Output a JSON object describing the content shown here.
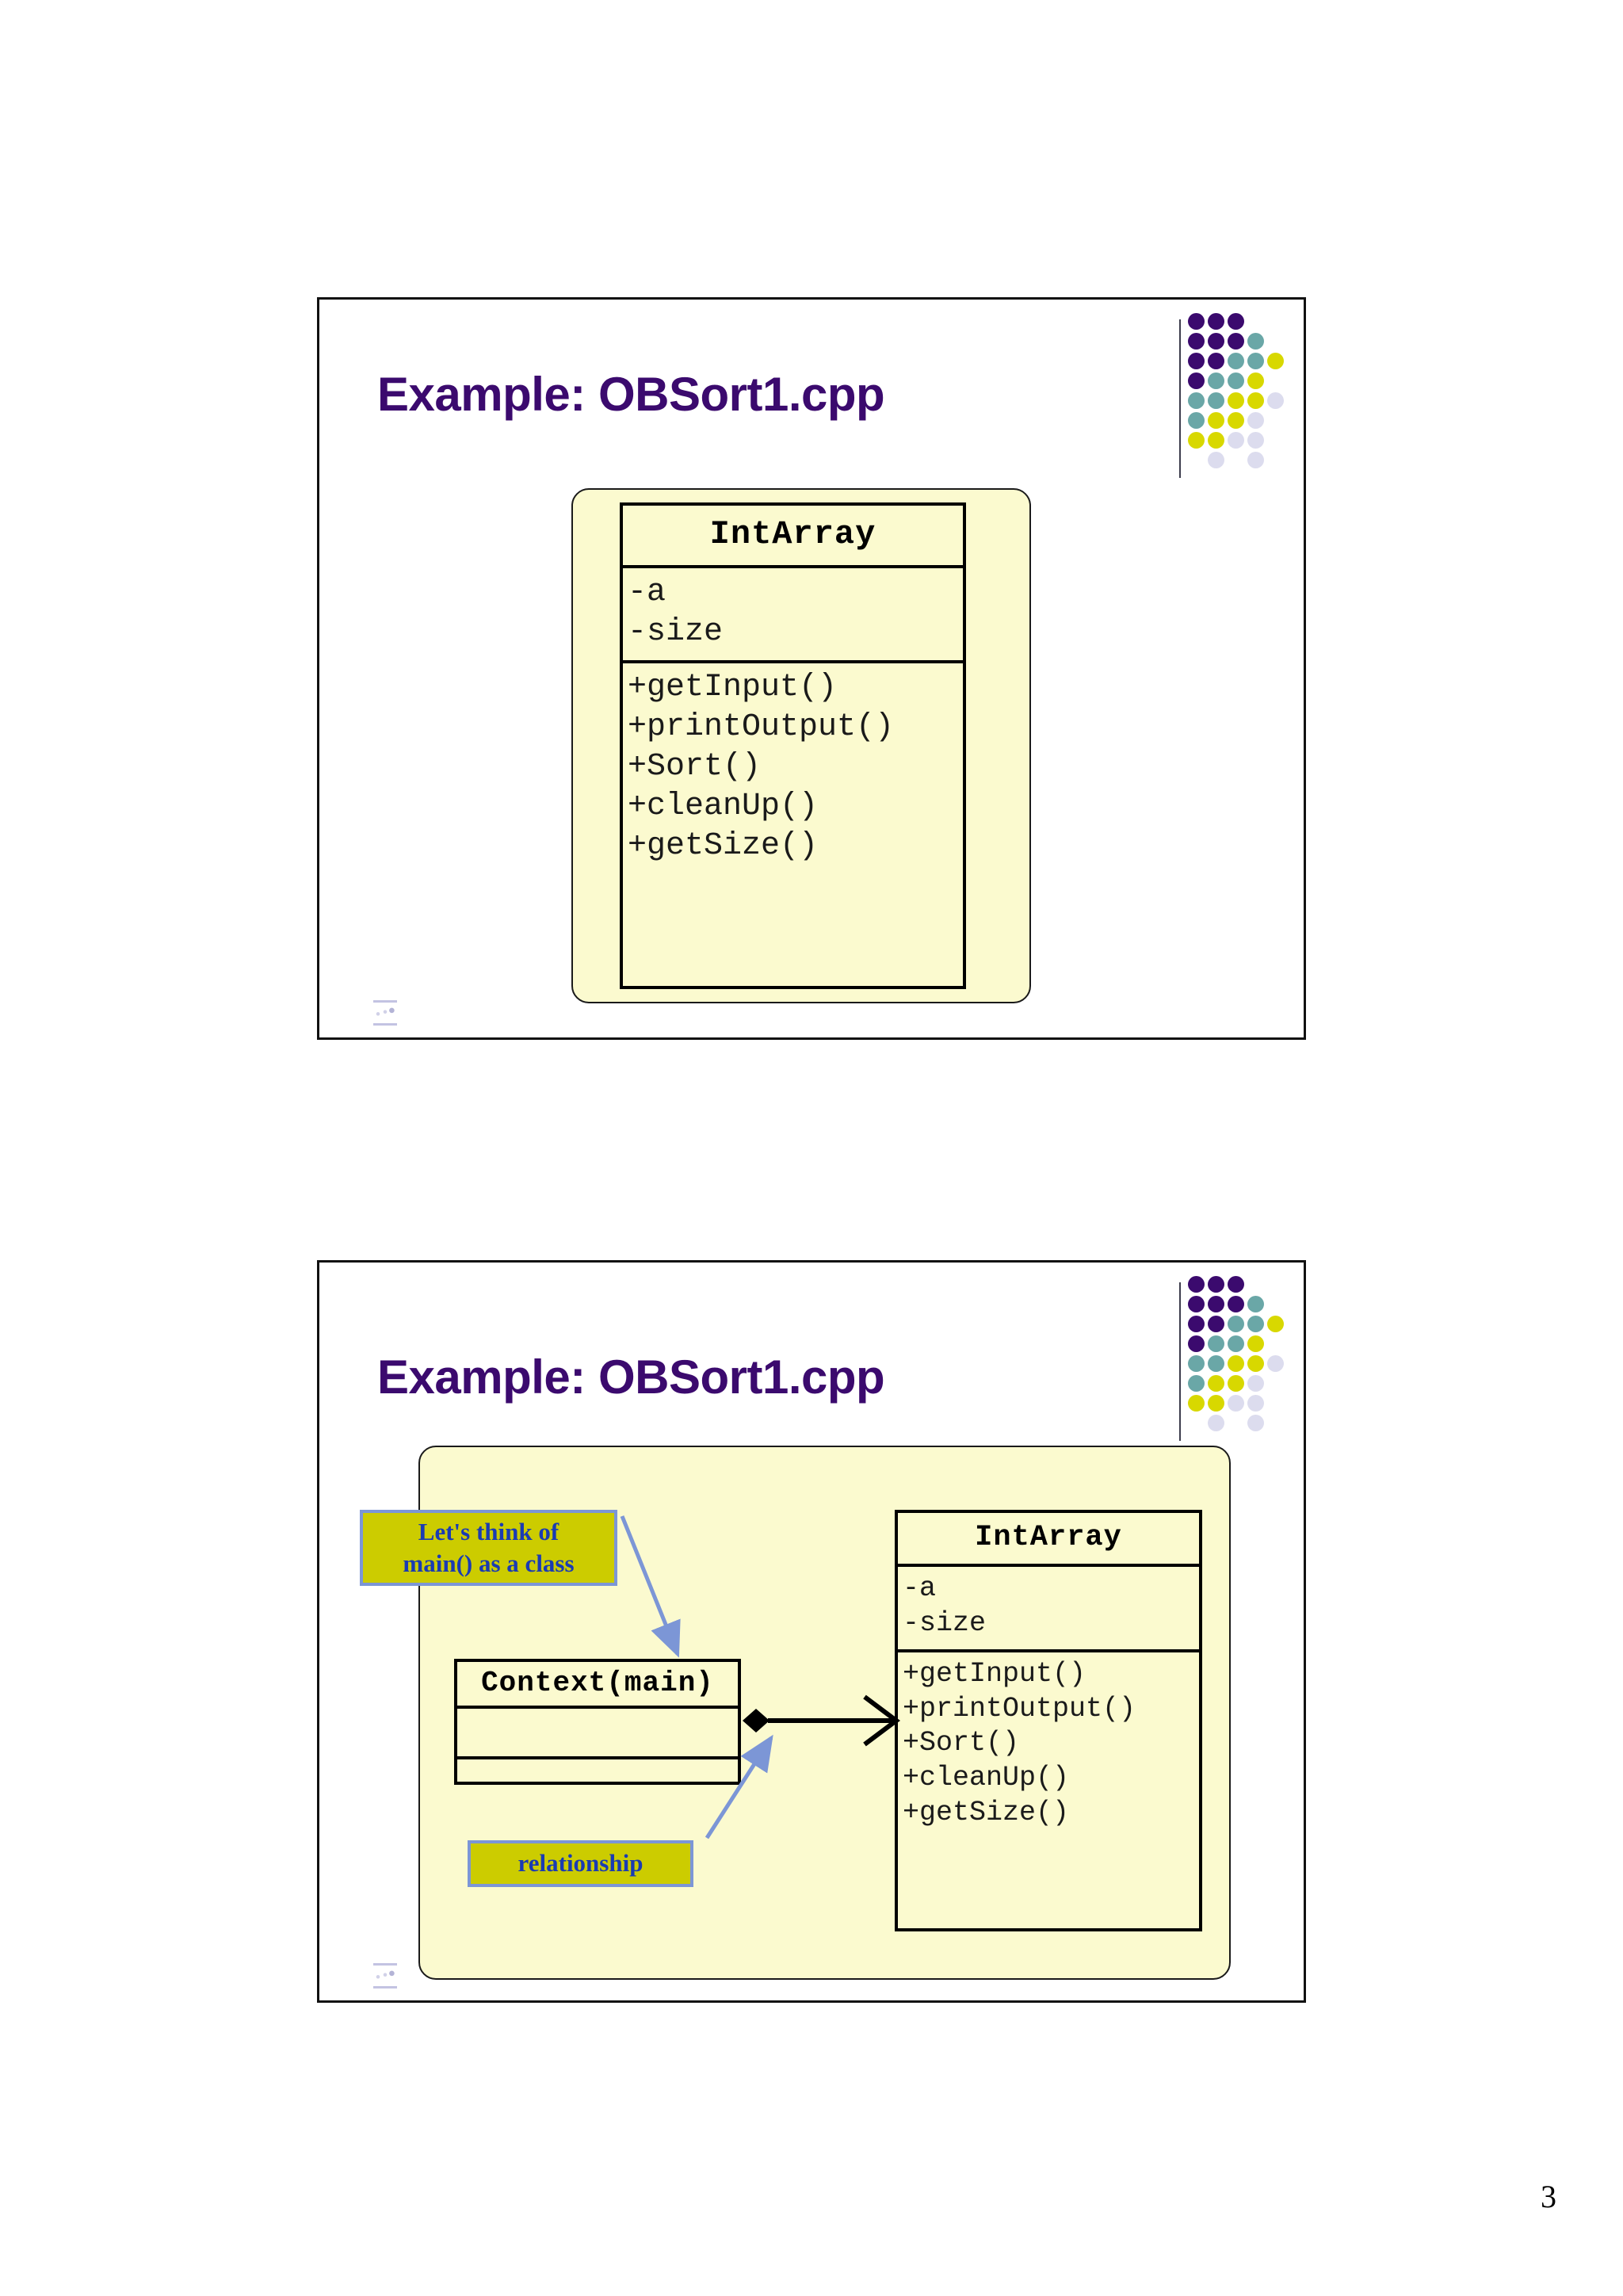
{
  "document": {
    "page_number": "3"
  },
  "colors": {
    "title_purple": "#3B0A6E",
    "dot_purple": "#3B0A6E",
    "dot_teal": "#6AA7A7",
    "dot_yellow": "#D8D800",
    "dot_lavender": "#DCDCEE",
    "pane_yellow": "#FBFACF",
    "callout_yellow": "#CCCC00",
    "callout_border_blue": "#7C96D6",
    "callout_text_blue": "#1A3BB3",
    "connector_blue": "#7C96D6",
    "line_black": "#000000"
  },
  "slides": [
    {
      "id": "slide-1",
      "title": "Example: OBSort1.cpp",
      "classes": [
        {
          "id": "intarray-1",
          "name": "IntArray",
          "attributes": [
            "-a",
            "-size"
          ],
          "operations": [
            "+getInput()",
            "+printOutput()",
            "+Sort()",
            "+cleanUp()",
            "+getSize()"
          ]
        }
      ],
      "callouts": [],
      "connectors": []
    },
    {
      "id": "slide-2",
      "title": "Example: OBSort1.cpp",
      "classes": [
        {
          "id": "context-main",
          "name": "Context(main)",
          "attributes": [],
          "operations": []
        },
        {
          "id": "intarray-2",
          "name": "IntArray",
          "attributes": [
            "-a",
            "-size"
          ],
          "operations": [
            "+getInput()",
            "+printOutput()",
            "+Sort()",
            "+cleanUp()",
            "+getSize()"
          ]
        }
      ],
      "callouts": [
        {
          "id": "callout-think",
          "lines": [
            "Let's think of",
            "main() as a class"
          ],
          "points_to": "context-main"
        },
        {
          "id": "callout-relationship",
          "lines": [
            "relationship"
          ],
          "points_to": "composition-link"
        }
      ],
      "connectors": [
        {
          "id": "composition-link",
          "kind": "composition",
          "source": "context-main",
          "target": "intarray-2",
          "source_decoration": "filled-diamond",
          "target_decoration": "open-arrowhead"
        }
      ]
    }
  ],
  "dot_motif": {
    "label": "decorative-dot-grid",
    "cell": 25,
    "radius": 10.5,
    "rows": [
      [
        "purple",
        "purple",
        "purple",
        null,
        null
      ],
      [
        "purple",
        "purple",
        "purple",
        "teal",
        null
      ],
      [
        "purple",
        "purple",
        "teal",
        "teal",
        "yellow"
      ],
      [
        "purple",
        "teal",
        "teal",
        "yellow",
        null
      ],
      [
        "teal",
        "teal",
        "yellow",
        "yellow",
        "lavender"
      ],
      [
        "teal",
        "yellow",
        "yellow",
        "lavender",
        null
      ],
      [
        "yellow",
        "yellow",
        "lavender",
        "lavender",
        null
      ],
      [
        null,
        "lavender",
        null,
        "lavender",
        null
      ]
    ]
  }
}
